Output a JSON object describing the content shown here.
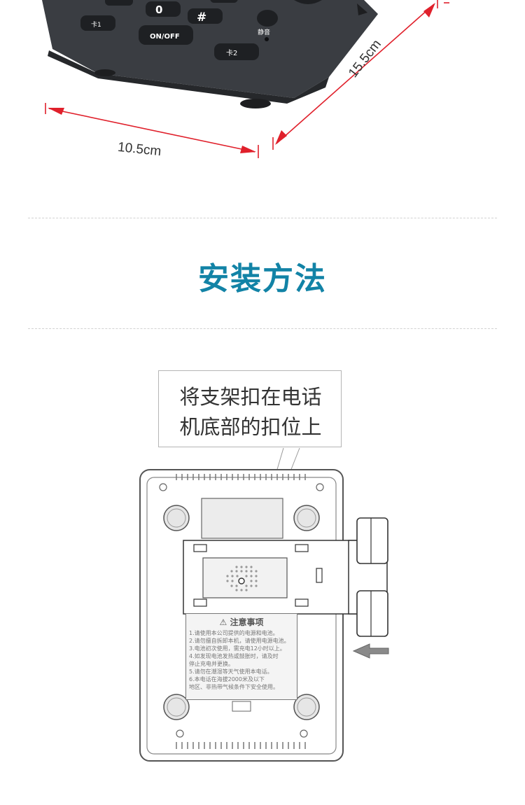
{
  "dimensions": {
    "width_label": "10.5cm",
    "depth_label": "15.5cm"
  },
  "keypad": {
    "zero_label": "0",
    "hash_label": "#",
    "card1_label": "卡1",
    "onoff_label": "ON/OFF",
    "mute_label": "静音",
    "card2_label": "卡2"
  },
  "section": {
    "title": "安装方法"
  },
  "callout": {
    "line1": "将支架扣在电话",
    "line2": "机底部的扣位上"
  },
  "warning": {
    "title": "注意事项",
    "items": [
      "1.请使用本公司提供的电源和电池。",
      "2.请勿擅自拆卸本机，请使用电源电池。",
      "3.电池初次使用，需充电12小时以上。",
      "4.如发现电池发热或鼓胀时，请及时",
      "  停止充电并更换。",
      "5.请勿在潮湿等天气使用本电话。",
      "6.本电话在海拔2000米及以下",
      "  地区、非热带气候条件下安全使用。"
    ]
  },
  "colors": {
    "title": "#1283a6",
    "dimension_arrow": "#e0202b",
    "phone_body": "#3a3d42",
    "arrow_gray": "#8a8a8a"
  }
}
